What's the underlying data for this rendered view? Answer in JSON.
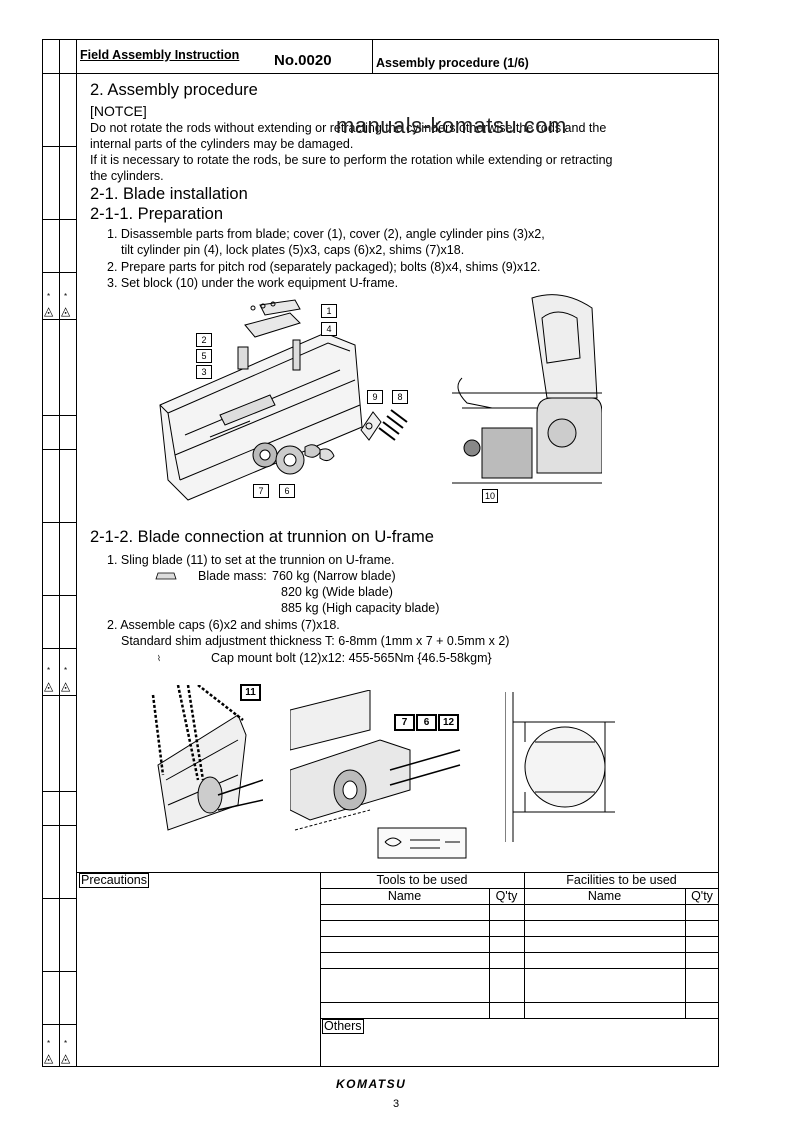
{
  "header": {
    "left": "Field Assembly Instruction",
    "number": "No.0020",
    "right": "Assembly procedure (1/6)"
  },
  "watermark": "manuals-komatsu.com",
  "section": {
    "title": "2. Assembly procedure",
    "notice_label": "[NOTCE]",
    "notice_lines": [
      "Do not rotate the rods without extending or retracting the cylinders otherwise the rods and the",
      "internal parts of the cylinders may be damaged.",
      "If it is necessary to rotate the rods, be sure to perform the rotation while extending or retracting",
      "the cylinders."
    ]
  },
  "blade_installation": {
    "title": "2-1. Blade installation",
    "prep_title": "2-1-1. Preparation",
    "steps": [
      "1. Disassemble parts from blade; cover (1), cover (2), angle cylinder pins (3)x2,",
      "tilt cylinder pin (4), lock plates (5)x3, caps (6)x2, shims (7)x18.",
      "2. Prepare parts for pitch rod (separately packaged); bolts (8)x4, shims (9)x12.",
      "3. Set block (10) under the work equipment U-frame."
    ],
    "fig1_labels": [
      "1",
      "4",
      "2",
      "5",
      "3",
      "7",
      "6",
      "9",
      "8",
      "10"
    ]
  },
  "trunnion": {
    "title": "2-1-2. Blade connection at trunnion on U-frame",
    "step1": "1. Sling blade (11) to set at the trunnion on U-frame.",
    "mass_label": "Blade mass:",
    "mass_lines": [
      "760 kg (Narrow blade)",
      "820 kg (Wide blade)",
      "885 kg (High capacity blade)"
    ],
    "step2": "2. Assemble caps (6)x2 and shims (7)x18.",
    "shim_note": "Standard shim adjustment thickness T: 6-8mm (1mm x 7 + 0.5mm x 2)",
    "torque_note": "Cap mount bolt (12)x12: 455-565Nm {46.5-58kgm}",
    "fig2_labels": [
      "11",
      "7",
      "6",
      "12"
    ]
  },
  "bottom_table": {
    "precautions_label": "Precautions",
    "tools_label": "Tools to be used",
    "facilities_label": "Facilities to be used",
    "name_col": "Name",
    "qty_col": "Q'ty",
    "others_label": "Others"
  },
  "footer": {
    "logo": "KOMATSU",
    "page": "3"
  }
}
